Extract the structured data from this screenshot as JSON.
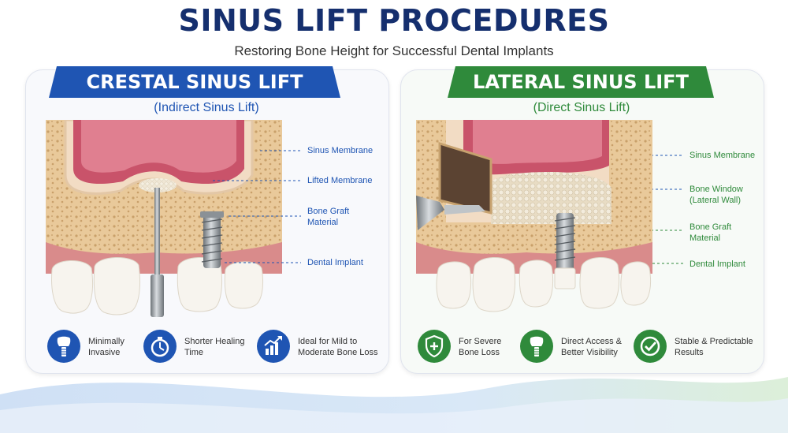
{
  "title": "SINUS LIFT PROCEDURES",
  "subtitle": "Restoring Bone Height for Successful Dental Implants",
  "colors": {
    "title": "#152f6e",
    "blue": "#1f55b3",
    "green": "#2f8a3b",
    "gum": "#d98b8b",
    "bone": "#e9c99a",
    "tooth": "#f7f4ee"
  },
  "crestal": {
    "heading": "CRESTAL SINUS LIFT",
    "subheading": "(Indirect Sinus Lift)",
    "labels": {
      "membrane": "Sinus Membrane",
      "lifted": "Lifted Membrane",
      "graft_1": "Bone Graft",
      "graft_2": "Material",
      "implant": "Dental Implant"
    },
    "features": [
      {
        "icon": "tooth-implant-icon",
        "line1": "Minimally",
        "line2": "Invasive"
      },
      {
        "icon": "stopwatch-icon",
        "line1": "Shorter Healing",
        "line2": "Time"
      },
      {
        "icon": "chart-up-icon",
        "line1": "Ideal for Mild to",
        "line2": "Moderate Bone Loss"
      }
    ]
  },
  "lateral": {
    "heading": "LATERAL SINUS LIFT",
    "subheading": "(Direct Sinus Lift)",
    "labels": {
      "membrane": "Sinus Membrane",
      "window_1": "Bone Window",
      "window_2": "(Lateral Wall)",
      "graft_1": "Bone Graft",
      "graft_2": "Material",
      "implant": "Dental Implant"
    },
    "features": [
      {
        "icon": "shield-plus-icon",
        "line1": "For Severe",
        "line2": "Bone Loss"
      },
      {
        "icon": "tooth-implant-icon",
        "line1": "Direct Access &",
        "line2": "Better Visibility"
      },
      {
        "icon": "check-circle-icon",
        "line1": "Stable & Predictable",
        "line2": "Results"
      }
    ]
  }
}
